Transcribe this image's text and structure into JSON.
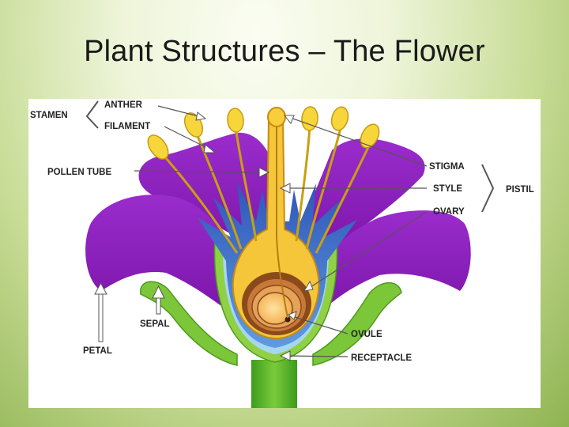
{
  "slide": {
    "title": "Plant Structures – The Flower"
  },
  "diagram": {
    "labels": {
      "stamen": "STAMEN",
      "anther": "ANTHER",
      "filament": "FILAMENT",
      "pollen_tube": "POLLEN TUBE",
      "stigma": "STIGMA",
      "style": "STYLE",
      "pistil": "PISTIL",
      "ovary": "OVARY",
      "sepal": "SEPAL",
      "petal": "PETAL",
      "ovule": "OVULE",
      "receptacle": "RECEPTACLE"
    },
    "colors": {
      "petal": "#8a1fb8",
      "sepal": "#8ccc3a",
      "receptacle": "#9fd0ef",
      "inner_blue": "#3f6ec8",
      "style": "#f3c230",
      "ovary_wall": "#7a3f12",
      "ovule": "#f7c06a"
    }
  }
}
